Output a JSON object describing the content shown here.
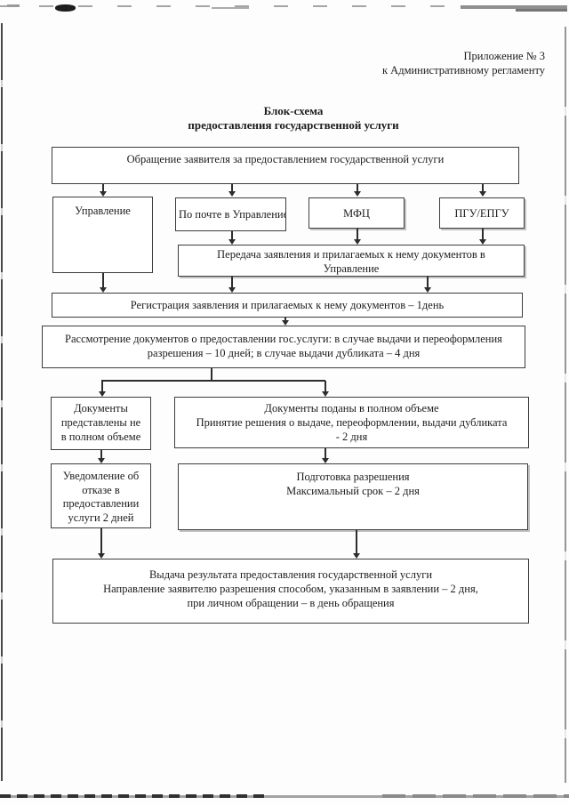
{
  "header": {
    "line1": "Приложение № 3",
    "line2": "к Административному регламенту"
  },
  "title": {
    "line1": "Блок-схема",
    "line2": "предоставления государственной услуги"
  },
  "flowchart": {
    "appeal": {
      "lines": [
        "Обращение заявителя за предоставлением государственной услуги"
      ]
    },
    "management": {
      "lines": [
        "Управление"
      ]
    },
    "by_mail": {
      "lines": [
        "По почте в Управление"
      ]
    },
    "mfc": {
      "lines": [
        "МФЦ"
      ]
    },
    "pgu": {
      "lines": [
        "ПГУ/ЕПГУ"
      ]
    },
    "transfer": {
      "lines": [
        "Передача заявления и прилагаемых к нему документов в",
        "Управление"
      ]
    },
    "registration": {
      "lines": [
        "Регистрация заявления и прилагаемых к нему документов – 1день"
      ]
    },
    "review": {
      "lines": [
        "Рассмотрение документов о предоставлении гос.услуги: в случае выдачи и переоформления",
        "разрешения – 10 дней; в случае выдачи дубликата – 4 дня"
      ]
    },
    "incomplete": {
      "lines": [
        "Документы",
        "представлены не",
        "в полном объеме"
      ]
    },
    "complete": {
      "lines": [
        "Документы поданы в полном объеме",
        "Принятие решения о выдаче, переоформлении, выдачи дубликата",
        "- 2 дня"
      ]
    },
    "refusal": {
      "lines": [
        "Уведомление об",
        "отказе в",
        "предоставлении",
        "услуги 2 дней"
      ]
    },
    "preparation": {
      "lines": [
        "Подготовка разрешения",
        "Максимальный срок – 2 дня"
      ]
    },
    "result": {
      "lines": [
        "Выдача результата предоставления государственной услуги",
        "Направление заявителю разрешения способом, указанным в заявлении – 2 дня,",
        "при личном обращении – в день обращения"
      ]
    }
  },
  "colors": {
    "ink": "#1c1c1c",
    "box_border": "#3c3c3c",
    "paper": "#fdfdfd",
    "scan_gray": "#9a9a9a"
  }
}
